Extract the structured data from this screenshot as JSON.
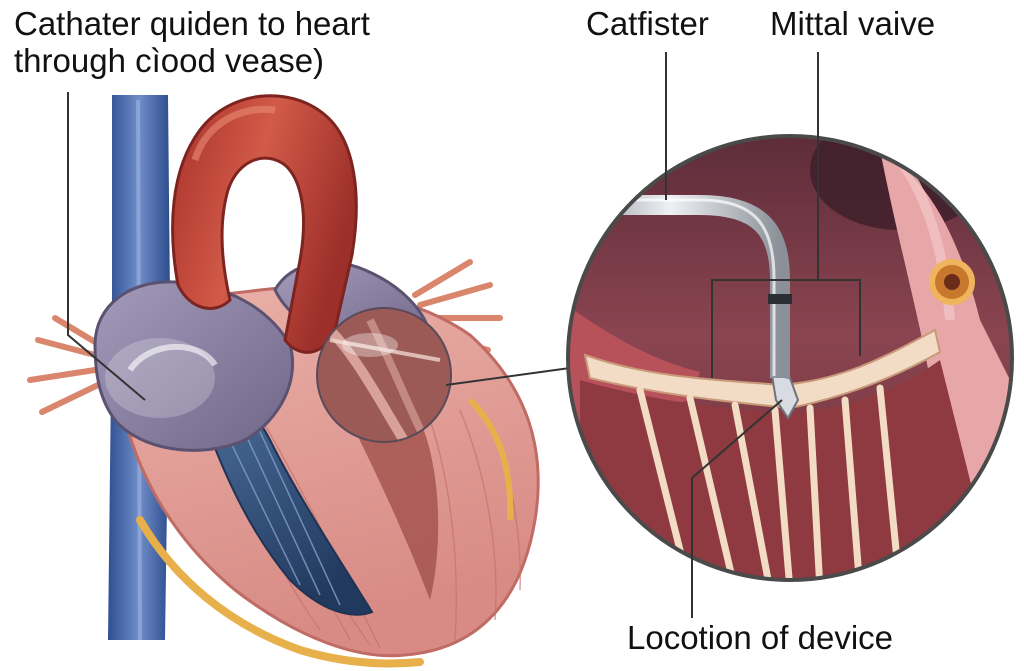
{
  "labels": {
    "catheter_path_line1": "Cathater quiden to heart",
    "catheter_path_line2": "through cìood vease)",
    "catheter": "Catfister",
    "mitral_valve": "Mittal vaive",
    "device_location": "Locotion of device"
  },
  "colors": {
    "background": "#ffffff",
    "text": "#111111",
    "leader_line": "#333333",
    "muscle": "#e7a7a0",
    "muscle_dark": "#b85c58",
    "aorta": "#c0453a",
    "vein_blue": "#3a5fa8",
    "atrium_purple": "#8f86a6",
    "ventricle_blue": "#2f4f7a",
    "catheter_steel": "#b9bec6",
    "valve_cream": "#f2dcc5",
    "inset_background": "#7a3a46"
  }
}
